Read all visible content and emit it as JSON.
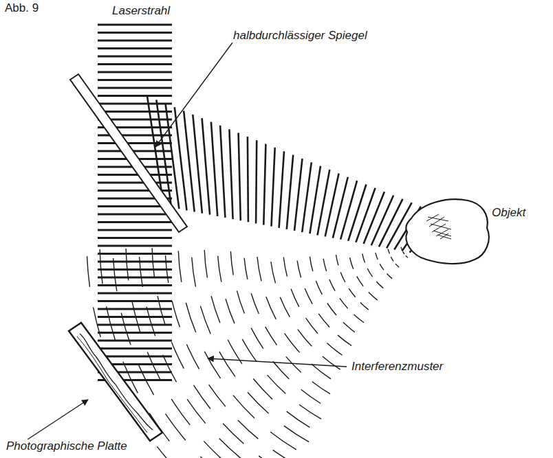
{
  "diagram": {
    "labels": [
      "Abb. 9",
      "Laserstrahl",
      "halbdurchlässiger Spiegel",
      "Objekt",
      "Interferenzmuster",
      "Photographische Platte"
    ]
  }
}
